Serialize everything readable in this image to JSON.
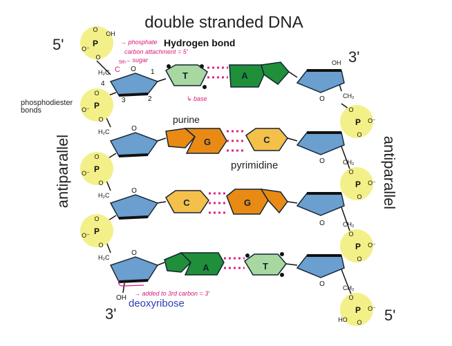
{
  "title": "double stranded DNA",
  "labels": {
    "five_prime_top": "5'",
    "three_prime_top": "3'",
    "three_prime_bottom": "3'",
    "five_prime_bottom": "5'",
    "hydrogen_bond": "Hydrogen bond",
    "phosphodiester_line1": "phosphodiester",
    "phosphodiester_line2": "bonds",
    "antiparallel_left": "antiparallel",
    "antiparallel_right": "antiparallel",
    "purine": "purine",
    "pyrimidine": "pyrimidine",
    "deoxyribose": "deoxyribose"
  },
  "annotations": {
    "phosphate": "→ phosphate",
    "carbon_attachment": "carbon attachment = 5'",
    "sugar": "→ sugar",
    "fifth": "5th",
    "base": "↳ base",
    "added_third": "→ added to 3rd carbon = 3'"
  },
  "chem": {
    "P": "P",
    "O": "O",
    "OH": "OH",
    "HO": "HO",
    "O_minus": "O⁻",
    "H2C": "H₂C",
    "CH2": "CH₂",
    "C": "C",
    "n1": "1",
    "n2": "2",
    "n3": "3",
    "n4": "4"
  },
  "base_pairs": [
    {
      "left": "T",
      "right": "A"
    },
    {
      "left": "G",
      "right": "C"
    },
    {
      "left": "C",
      "right": "G"
    },
    {
      "left": "A",
      "right": "T"
    }
  ],
  "colors": {
    "phosphate_fill": "#f3f08a",
    "sugar_fill": "#6a9fcf",
    "purine_green": "#1f8f3a",
    "pyrimidine_green": "#a8d8a0",
    "purine_orange": "#e98a14",
    "pyrimidine_orange": "#f4c04a",
    "hbond": "#e0208a",
    "annotation": "#d8187a",
    "deoxyribose": "#2b3fb3"
  }
}
